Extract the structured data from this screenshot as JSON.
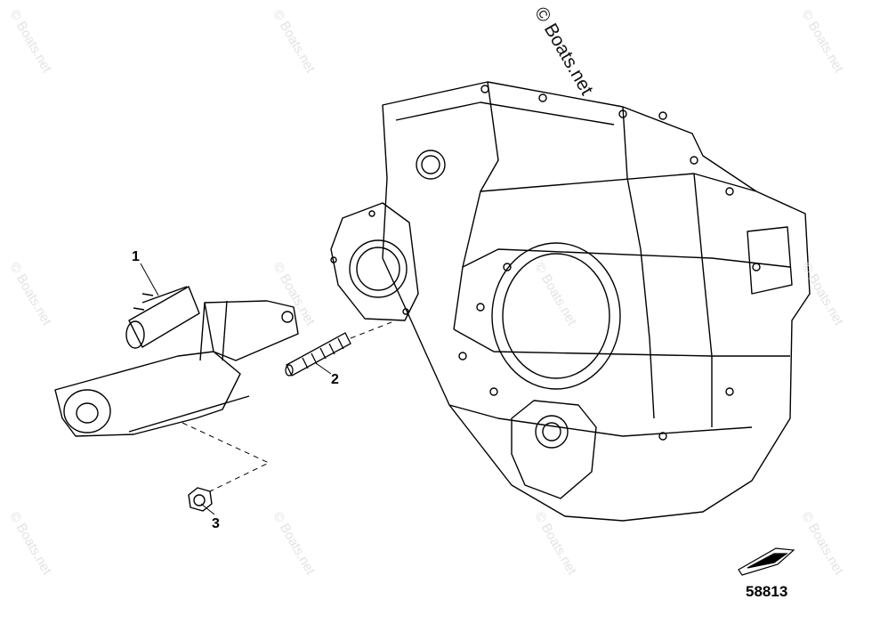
{
  "watermark": {
    "main": "© Boats.net",
    "faint": "© Boats.net"
  },
  "callouts": {
    "c1": "1",
    "c2": "2",
    "c3": "3"
  },
  "figure_number": "58813",
  "colors": {
    "line": "#000000",
    "watermark": "#e3e3e3",
    "background": "#ffffff"
  }
}
